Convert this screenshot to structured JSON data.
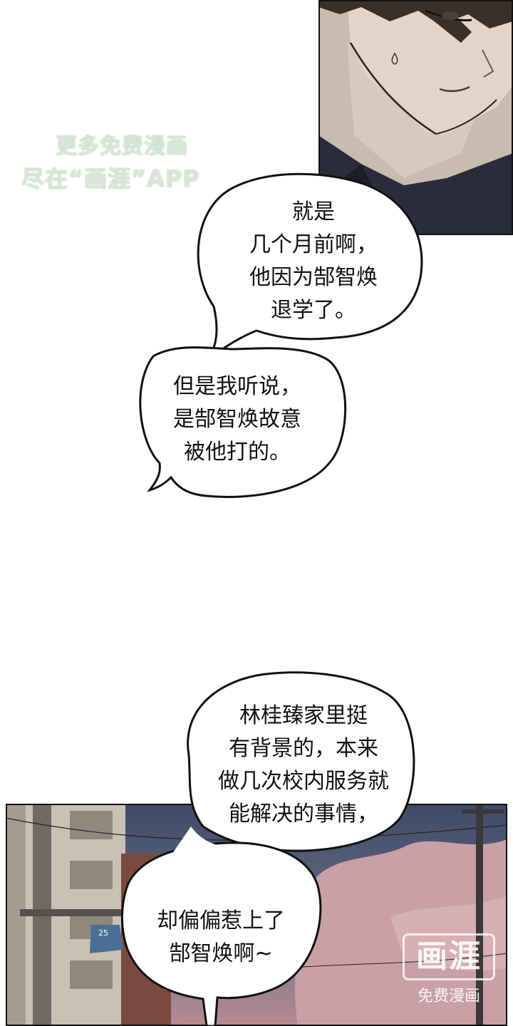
{
  "watermark_top": {
    "line1": "更多免费漫画",
    "line2": "尽在“画涯”APP"
  },
  "watermark_bottom": {
    "brand": "画涯",
    "tagline": "免费漫画"
  },
  "bubbles": [
    {
      "lines": [
        "就是",
        "几个月前啊，",
        "他因为郜智焕",
        "退学了。"
      ]
    },
    {
      "lines": [
        "但是我听说，",
        "是郜智焕故意",
        "被他打的。"
      ]
    },
    {
      "lines": [
        "林桂臻家里挺",
        "有背景的，本来",
        "做几次校内服务就",
        "能解决的事情，"
      ]
    },
    {
      "lines": [
        "却偏偏惹上了",
        "郜智焕啊~"
      ]
    }
  ],
  "sign_text": "25",
  "colors": {
    "skin": "#ddd0c3",
    "hair": "#3a3028",
    "suit": "#2a2c3a",
    "sky": "#4a5670",
    "cloud": "#c79ea3"
  }
}
